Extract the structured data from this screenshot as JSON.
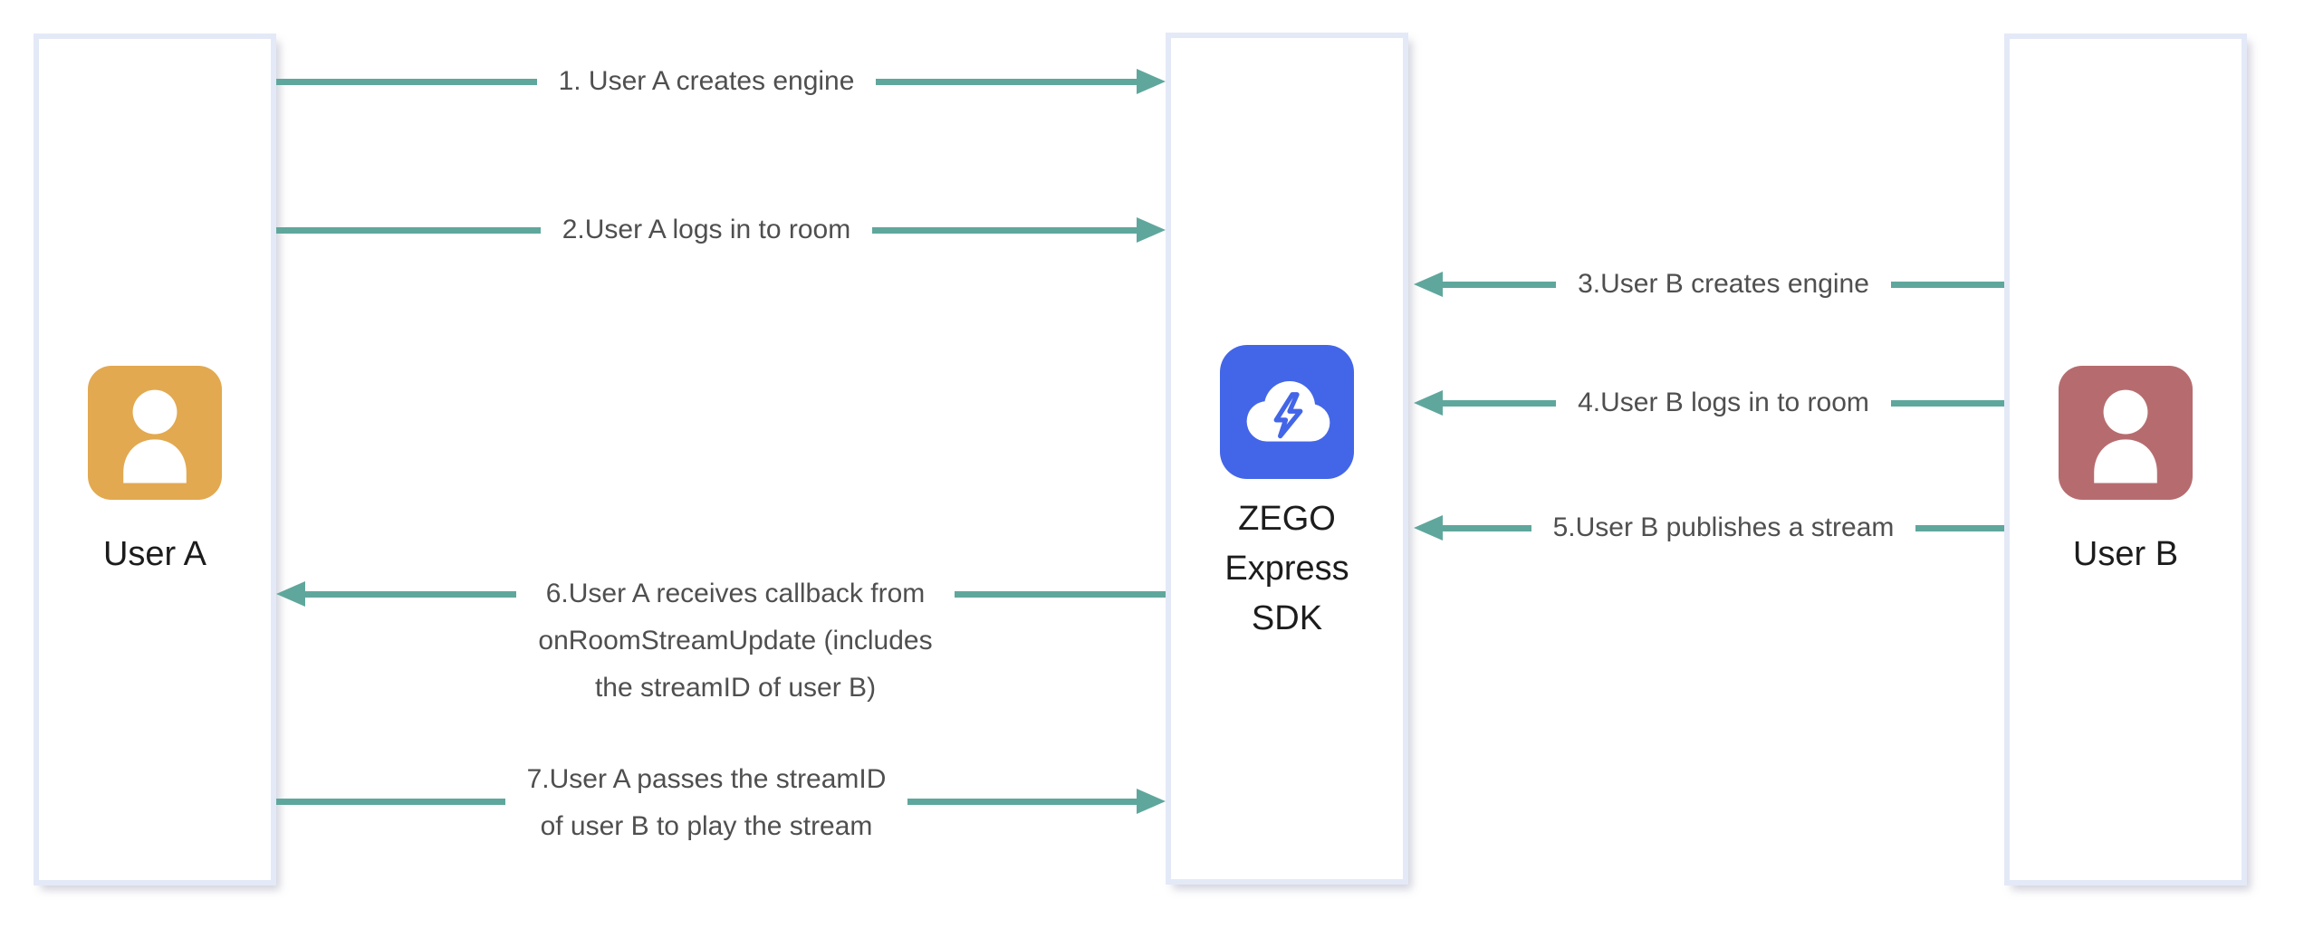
{
  "diagram": {
    "type": "sequence-diagram",
    "entities": {
      "user_a": {
        "label": "User A",
        "icon": "person-icon",
        "icon_color": "#E2A950"
      },
      "sdk": {
        "label": "ZEGO\nExpress\nSDK",
        "icon": "cloud-lightning-icon",
        "icon_color": "#4366E8"
      },
      "user_b": {
        "label": "User B",
        "icon": "person-icon",
        "icon_color": "#B66C6F"
      }
    },
    "arrows": [
      {
        "step": 1,
        "label": "1. User A creates engine",
        "from": "User A",
        "to": "ZEGO Express SDK",
        "direction": "right"
      },
      {
        "step": 2,
        "label": "2.User A logs in to room",
        "from": "User A",
        "to": "ZEGO Express SDK",
        "direction": "right"
      },
      {
        "step": 3,
        "label": "3.User B creates engine",
        "from": "User B",
        "to": "ZEGO Express SDK",
        "direction": "left"
      },
      {
        "step": 4,
        "label": "4.User B logs in to room",
        "from": "User B",
        "to": "ZEGO Express SDK",
        "direction": "left"
      },
      {
        "step": 5,
        "label": "5.User B publishes a stream",
        "from": "User B",
        "to": "ZEGO Express SDK",
        "direction": "left"
      },
      {
        "step": 6,
        "label": "6.User A receives callback from\nonRoomStreamUpdate (includes\nthe streamID of user B)",
        "from": "ZEGO Express SDK",
        "to": "User A",
        "direction": "left"
      },
      {
        "step": 7,
        "label": "7.User A passes the streamID\nof user B to play the stream",
        "from": "User A",
        "to": "ZEGO Express SDK",
        "direction": "right"
      }
    ],
    "colors": {
      "arrow": "#5FA79C",
      "box_border": "#E4E9F7",
      "arrow_label_text": "#4F4F4F",
      "entity_label_text": "#1C1C1C",
      "user_a_icon": "#E2A950",
      "sdk_icon": "#4366E8",
      "user_b_icon": "#B66C6F"
    }
  }
}
